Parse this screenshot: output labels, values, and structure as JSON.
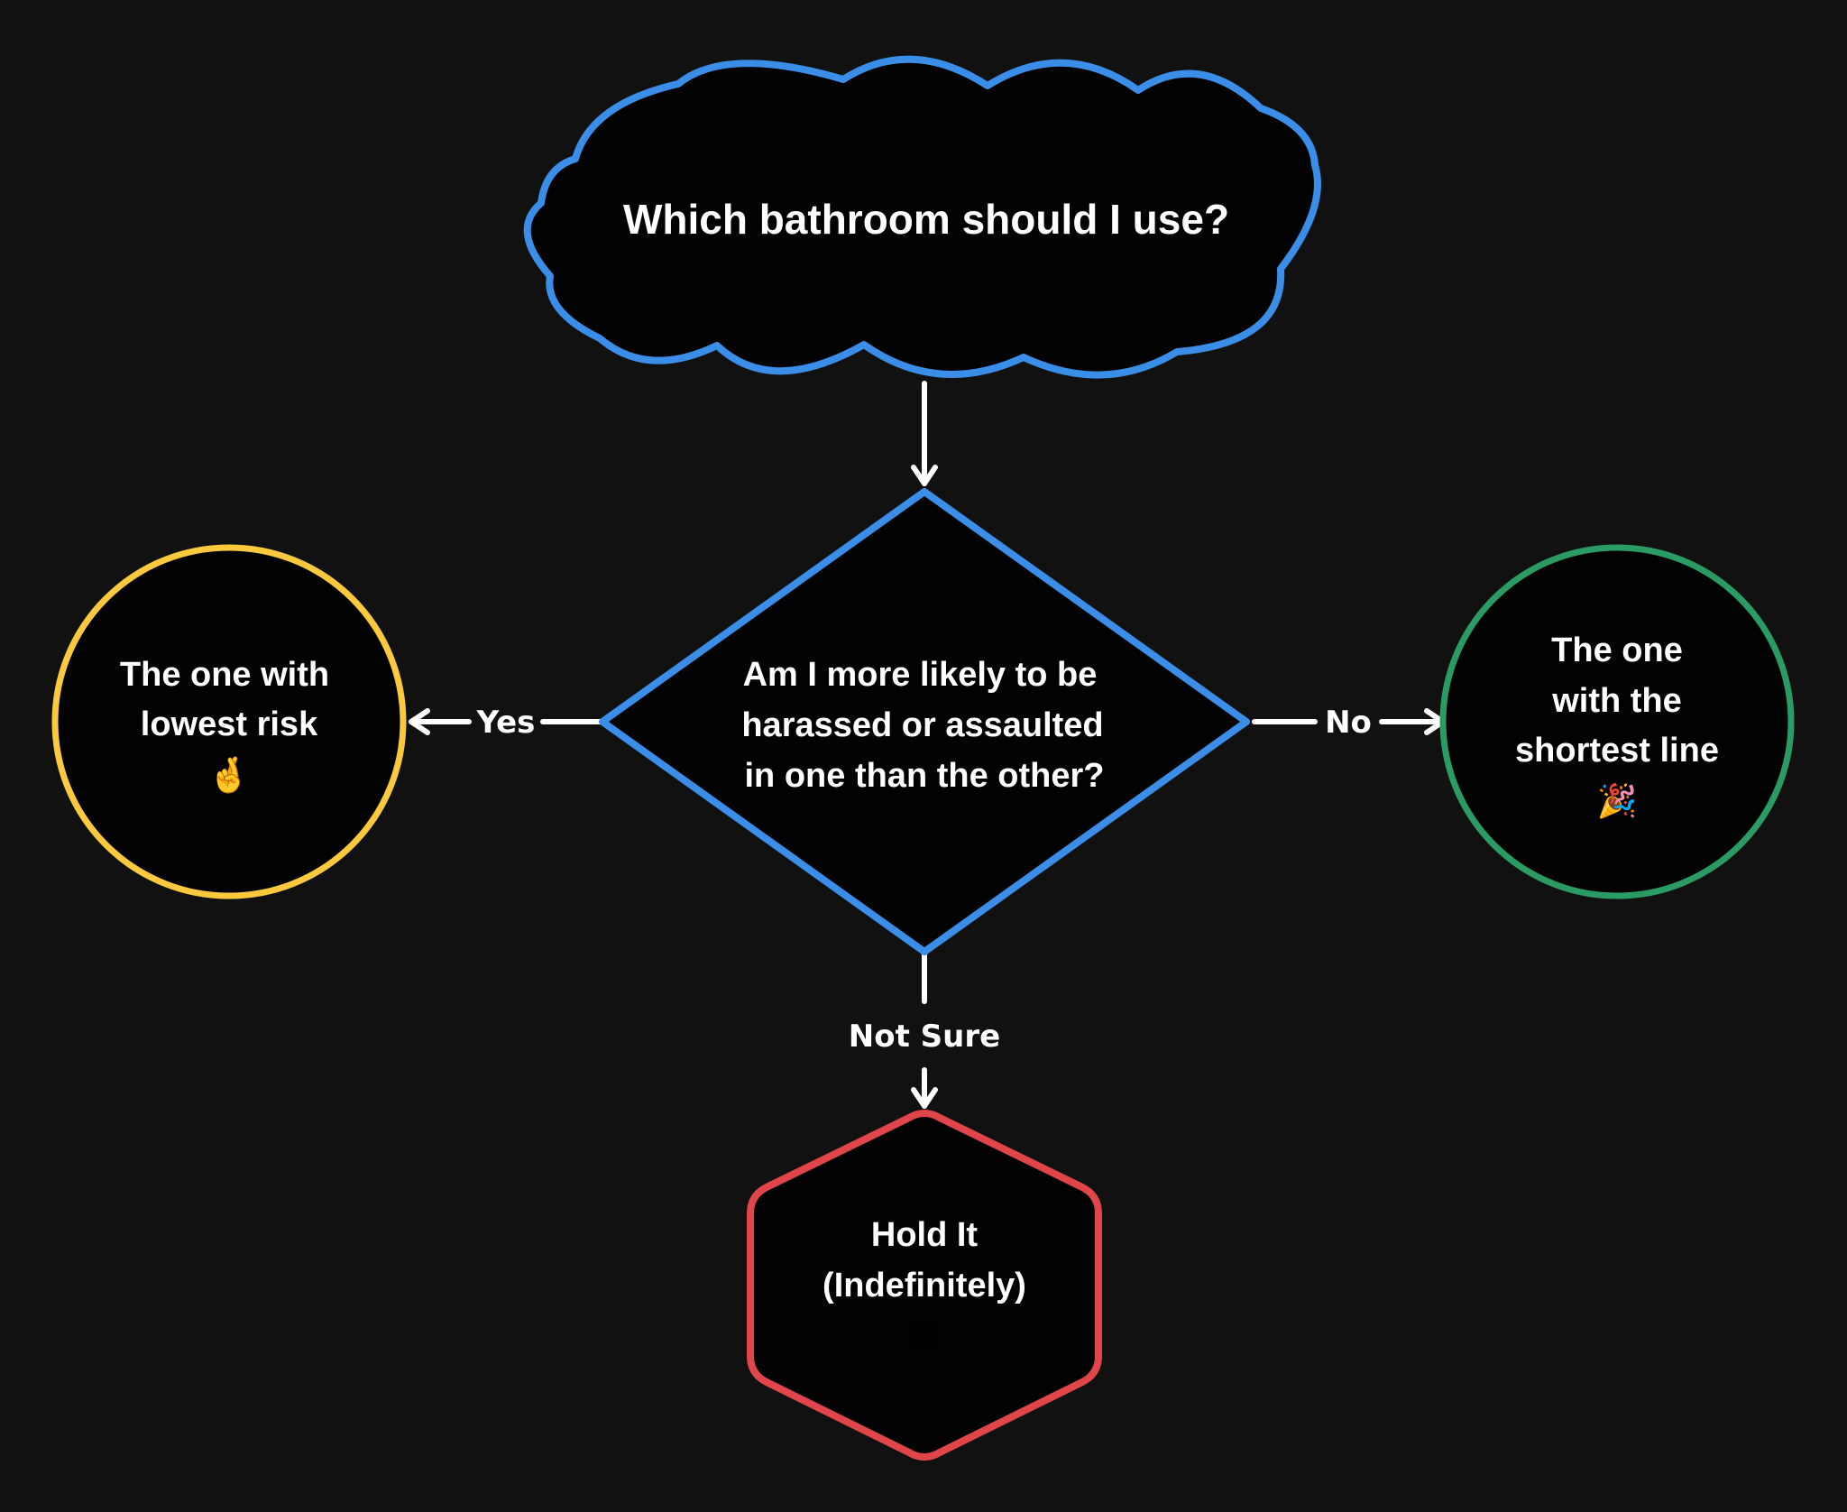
{
  "colors": {
    "background": "#111112",
    "node_fill": "#020202",
    "start_border": "#3b8ee8",
    "decision_border": "#3b8ee8",
    "yes_border": "#fbc93d",
    "no_border": "#2a9b62",
    "notsure_border": "#e0454a",
    "edge": "#ffffff",
    "text": "#ffffff"
  },
  "nodes": {
    "start": {
      "shape": "cloud",
      "line1": "Which bathroom should I use?"
    },
    "decision": {
      "shape": "diamond",
      "line1": "Am I more likely to be",
      "line2": "harassed or assaulted",
      "line3": "in one than the other?"
    },
    "yes_result": {
      "shape": "circle",
      "line1": "The one with",
      "line2": "lowest risk",
      "emoji": "🤞",
      "emoji_name": "crossed-fingers-icon"
    },
    "no_result": {
      "shape": "circle",
      "line1": "The one",
      "line2": "with the",
      "line3": "shortest line",
      "emoji": "🎉",
      "emoji_name": "party-popper-icon"
    },
    "notsure_result": {
      "shape": "hexagon",
      "line1": "Hold It",
      "line2": "(Indefinitely)",
      "emoji": "😣",
      "emoji_name": "persevering-face-icon"
    }
  },
  "edges": {
    "start_to_decision": {
      "label": ""
    },
    "yes": {
      "label": "Yes"
    },
    "no": {
      "label": "No"
    },
    "not_sure": {
      "label": "Not Sure"
    }
  }
}
